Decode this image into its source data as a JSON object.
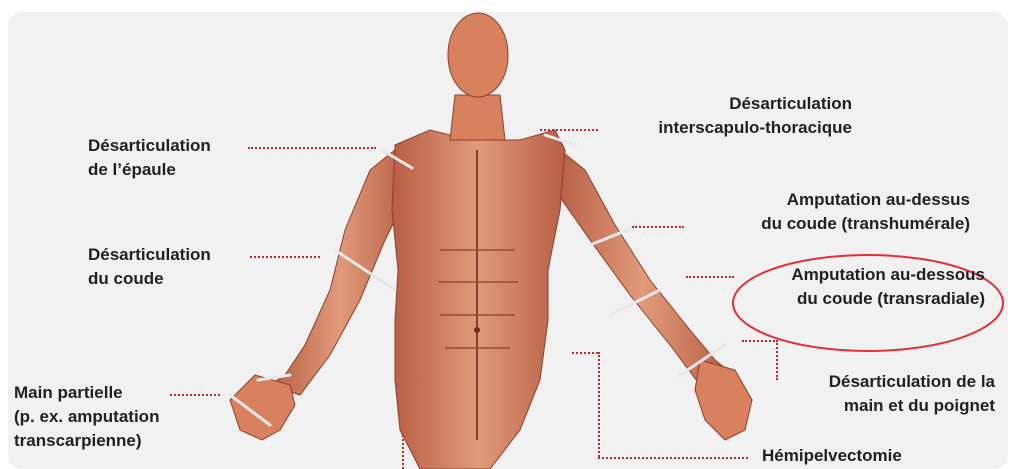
{
  "colors": {
    "panel": "#f1f1f2",
    "skin": "#d9805f",
    "muscle_dark": "#a8503a",
    "leader": "#c1272d",
    "highlight": "#e0303a",
    "band": "#e8e8e8"
  },
  "labels": {
    "shoulder_1": "Désarticulation",
    "shoulder_2": "de l’épaule",
    "interscap_1": "Désarticulation",
    "interscap_2": "interscapulo-thoracique",
    "above_elbow_1": "Amputation au-dessus",
    "above_elbow_2": "du coude (transhumérale)",
    "elbow_1": "Désarticulation",
    "elbow_2": "du coude",
    "below_elbow_1": "Amputation au-dessous",
    "below_elbow_2": "du coude (transradiale)",
    "hand_1": "Main partielle",
    "hand_2": "(p. ex. amputation",
    "hand_3": "transcarpienne)",
    "wrist_1": "Désarticulation de la",
    "wrist_2": "main et du poignet",
    "pelvis": "Hémipelvectomie"
  },
  "highlighted_label": "below_elbow",
  "figure_icon": "muscular-anatomy-figure"
}
